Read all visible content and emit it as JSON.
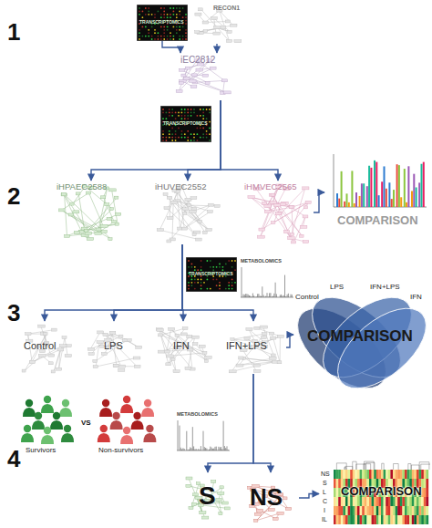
{
  "diagram": {
    "nodes": [
      {
        "text": [
          "TRANSCRIPTOMICS"
        ]
      },
      {
        "text": [
          "RECON1"
        ]
      },
      {
        "text": [
          "iEC2812"
        ]
      },
      {
        "text": [
          "TRANSCRIPTOMICS"
        ]
      },
      {
        "text": [
          "iHPAEC2588"
        ]
      },
      {
        "text": [
          "iHUVEC2552"
        ]
      },
      {
        "text": [
          "iHMVEC2565"
        ]
      },
      {
        "text": [
          "COMPARISON"
        ]
      },
      {
        "text": [
          "TRANSCRIPTOMICS"
        ]
      },
      {
        "text": [
          "METABOLOMICS"
        ]
      },
      {
        "text": [
          "Control"
        ]
      },
      {
        "text": [
          "LPS"
        ]
      },
      {
        "text": [
          "IFN"
        ]
      },
      {
        "text": [
          "IFN+LPS"
        ]
      },
      {
        "text": [
          "COMPARISON",
          "Control",
          "LPS",
          "IFN+LPS",
          "IFN"
        ]
      },
      {
        "text": [
          "Survivors"
        ]
      },
      {
        "text": [
          "Non-survivors"
        ]
      },
      {
        "text": [
          "METABOLOMICS"
        ]
      },
      {
        "text": [
          "S"
        ]
      },
      {
        "text": [
          "NS"
        ]
      },
      {
        "text": [
          "COMPARISON",
          "NS",
          "S",
          "L",
          "C",
          "I",
          "IL"
        ]
      }
    ],
    "edges": [
      {
        "from": 0,
        "to": 2,
        "arrow": "to"
      },
      {
        "from": 1,
        "to": 2,
        "arrow": "to"
      },
      {
        "from": 2,
        "to": 4,
        "arrow": "to"
      },
      {
        "from": 2,
        "to": 5,
        "arrow": "to"
      },
      {
        "from": 2,
        "to": 6,
        "arrow": "to"
      },
      {
        "from": 6,
        "to": 7,
        "arrow": "to"
      },
      {
        "from": 5,
        "to": 10,
        "arrow": "to"
      },
      {
        "from": 5,
        "to": 11,
        "arrow": "to"
      },
      {
        "from": 5,
        "to": 12,
        "arrow": "to"
      },
      {
        "from": 5,
        "to": 13,
        "arrow": "to"
      },
      {
        "from": 13,
        "to": 14,
        "arrow": "to"
      },
      {
        "from": 13,
        "to": 18,
        "arrow": "to"
      },
      {
        "from": 13,
        "to": 19,
        "arrow": "to"
      },
      {
        "from": 19,
        "to": 20,
        "arrow": "to"
      }
    ],
    "labels": [
      "1",
      "2",
      "3",
      "4",
      "VS"
    ]
  }
}
